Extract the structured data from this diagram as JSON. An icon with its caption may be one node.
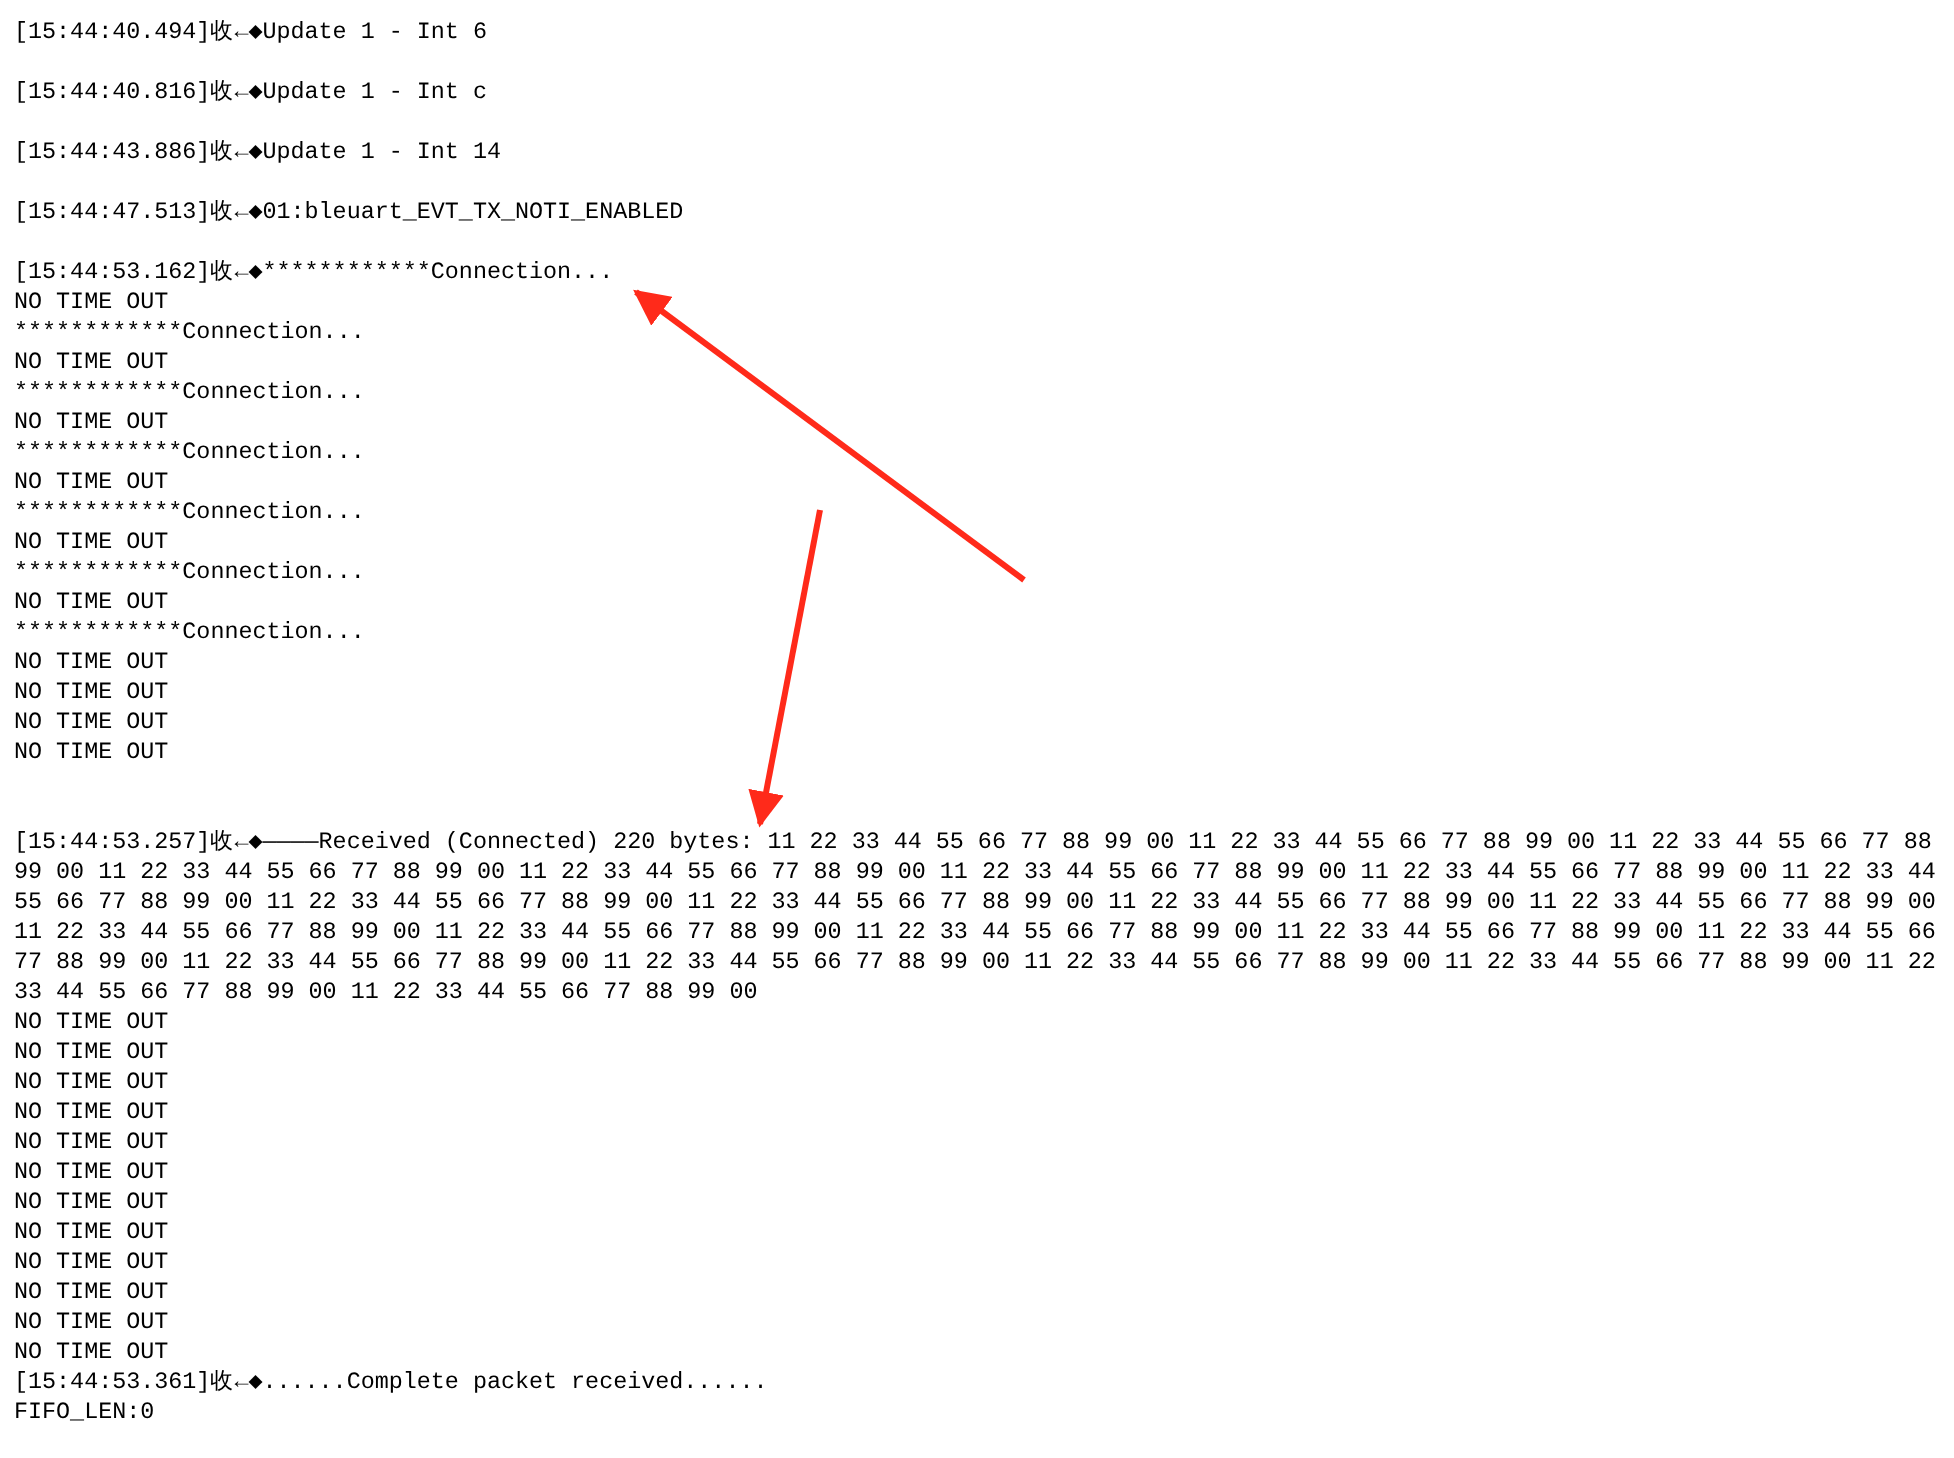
{
  "diagram": {
    "nodes": [
      {
        "text": [
          "[15:44:53.162]收←◆************Connection..."
        ]
      },
      {
        "text": [
          "[15:44:53.257]收←◆————Received (Connected) 220 bytes: 11 22 33 44 55 66 77 88 99 00 11 22 33 44 55 66 77 88 99 00 11 22 33 44 55 66 77 88 99 00 11 22 33 44 55 66 77 88 99 00 11 22 33 44 55 66 77 88 99 00 11 22 33 44 55 66 77 88 99 00 11 22 33 44 55 66 77 88 99 00 11 22 33 44 55 66 77 88 99 00 11 22 33 44 55 66 77 88 99 00 11 22 33 44 55 66 77 88 99 00 11 22 33 44 55 66 77 88 99 00 11 22 33 44 55 66 77 88 99 00 11 22 33 44 55 66 77 88 99 00 11 22 33 44 55 66 77 88 99 00 11 22 33 44 55 66 77 88 99 00 11 22 33 44 55 66 77 88 99 00 11 22 33 44 55 66 77 88 99 00 11 22 33 44 55 66 77 88 99 00 11 22 33 44 55 66 77 88 99 00 11 22 33 44 55 66 77 88 99 00 11 22 33 44 55 66 77 88 99 00 11 22 33 44 55 66 77 88 99 00 11 22 33 44 55 66 77 88 99 00"
        ]
      }
    ],
    "edges": [
      {
        "from": null,
        "to": 0,
        "arrow": "to"
      },
      {
        "from": null,
        "to": 1,
        "arrow": "to"
      }
    ],
    "labels": [
      "[15:44:40.494]收←◆Update 1 - Int 6",
      "[15:44:40.816]收←◆Update 1 - Int c",
      "[15:44:43.886]收←◆Update 1 - Int 14",
      "[15:44:47.513]收←◆01:bleuart_EVT_TX_NOTI_ENABLED",
      "NO TIME OUT",
      "************Connection...",
      "NO TIME OUT",
      "************Connection...",
      "NO TIME OUT",
      "************Connection...",
      "NO TIME OUT",
      "************Connection...",
      "NO TIME OUT",
      "************Connection...",
      "NO TIME OUT",
      "************Connection...",
      "NO TIME OUT",
      "NO TIME OUT",
      "NO TIME OUT",
      "NO TIME OUT",
      "NO TIME OUT",
      "NO TIME OUT",
      "NO TIME OUT",
      "NO TIME OUT",
      "NO TIME OUT",
      "NO TIME OUT",
      "NO TIME OUT",
      "NO TIME OUT",
      "NO TIME OUT",
      "NO TIME OUT",
      "NO TIME OUT",
      "NO TIME OUT",
      "[15:44:53.361]收←◆......Complete packet received......",
      "FIFO_LEN:0"
    ]
  }
}
